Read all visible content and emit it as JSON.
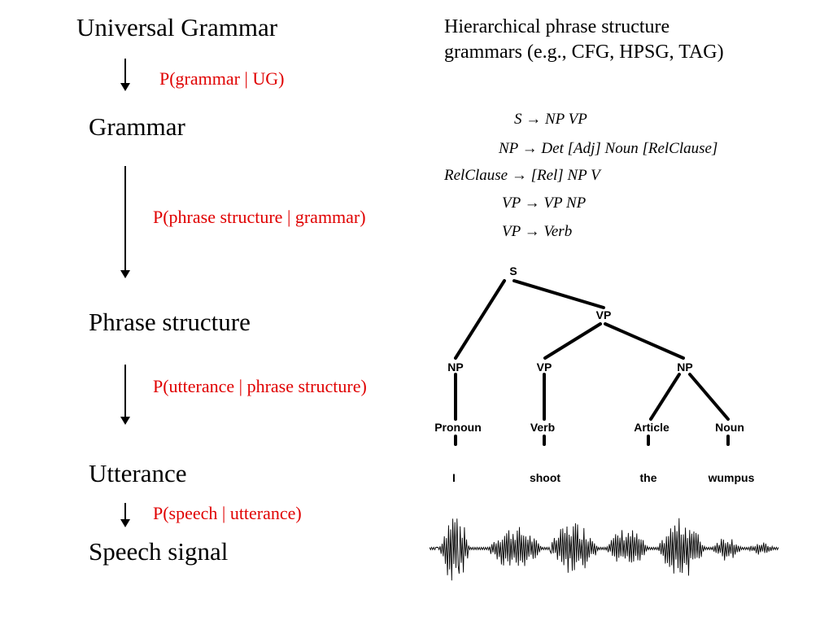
{
  "levels": {
    "ug": "Universal Grammar",
    "grammar": "Grammar",
    "phrase": "Phrase structure",
    "utterance": "Utterance",
    "speech": "Speech signal"
  },
  "probs": {
    "p1": "P(grammar | UG)",
    "p2": "P(phrase structure | grammar)",
    "p3": "P(utterance | phrase structure)",
    "p4": "P(speech | utterance)"
  },
  "heading": {
    "line1": "Hierarchical phrase structure",
    "line2": "grammars (e.g., CFG, HPSG, TAG)"
  },
  "rules": [
    "S → NP VP",
    "NP → Det [Adj] Noun [RelClause]",
    "RelClause → [Rel] NP V",
    "VP → VP NP",
    "VP → Verb"
  ],
  "tree": {
    "nodes": [
      "S",
      "VP",
      "NP",
      "VP",
      "NP",
      "Pronoun",
      "Verb",
      "Article",
      "Noun"
    ],
    "words": [
      "I",
      "shoot",
      "the",
      "wumpus"
    ]
  },
  "colors": {
    "probability_text": "#e00000"
  }
}
